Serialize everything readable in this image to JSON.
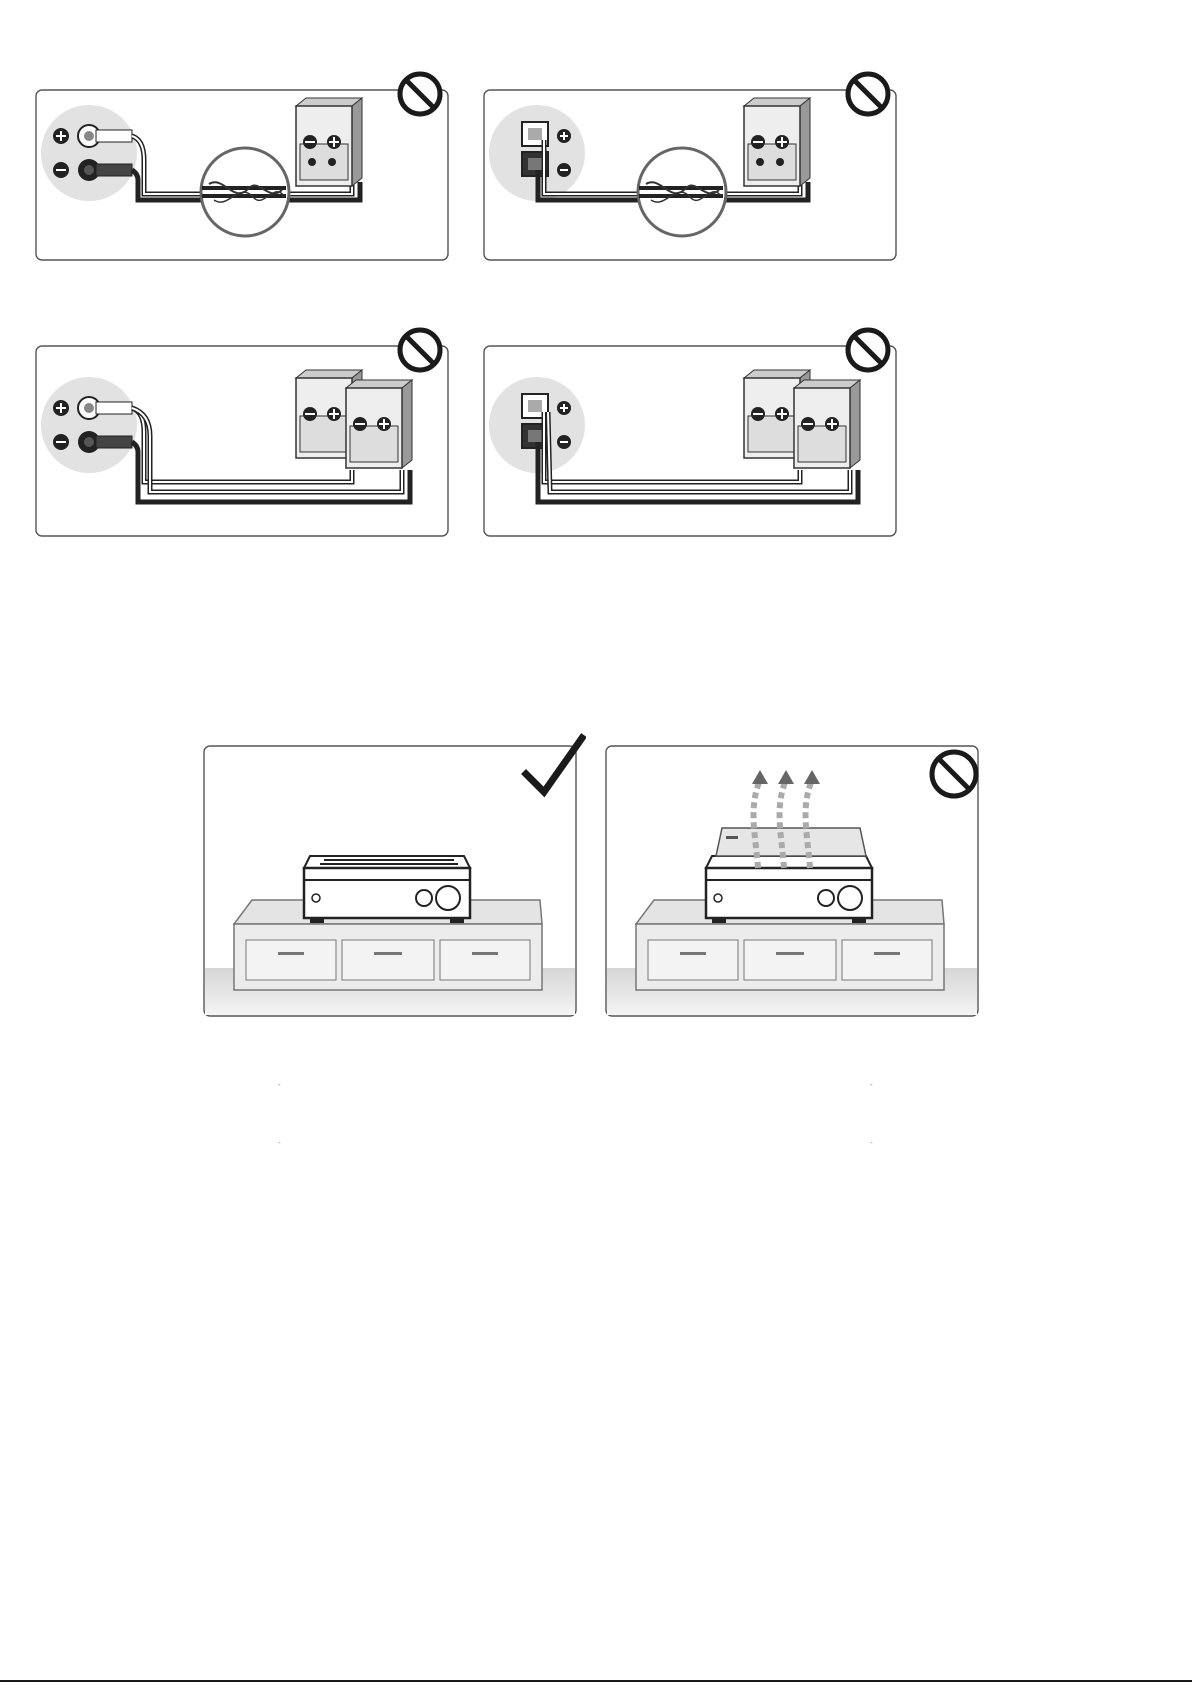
{
  "document": {
    "type": "safety-illustration-sheet",
    "colors": {
      "outline": "#333333",
      "panel_border": "#555555",
      "prohibited_symbol": "#1a1a1a",
      "terminal_bg": "#e2e2e2",
      "floor_gradient_top": "#d6d6d6",
      "floor_gradient_bottom": "#f4f4f4"
    }
  },
  "panels": [
    {
      "id": "wire-twist-screw-terminals",
      "status": "prohibited",
      "icon": "prohibited-icon"
    },
    {
      "id": "wire-twist-spring-terminals",
      "status": "prohibited",
      "icon": "prohibited-icon"
    },
    {
      "id": "two-speakers-screw-terminals",
      "status": "prohibited",
      "icon": "prohibited-icon"
    },
    {
      "id": "two-speakers-spring-terminals",
      "status": "prohibited",
      "icon": "prohibited-icon"
    },
    {
      "id": "receiver-open-ventilation",
      "status": "correct",
      "icon": "checkmark-icon"
    },
    {
      "id": "receiver-blocked-ventilation",
      "status": "prohibited",
      "icon": "prohibited-icon"
    }
  ],
  "footer": {
    "page_code": ""
  }
}
